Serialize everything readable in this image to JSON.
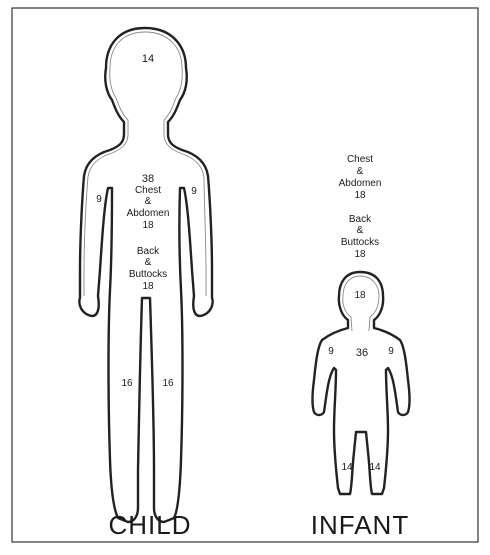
{
  "figure": {
    "child": {
      "caption": "CHILD",
      "head": "14",
      "arm_left": "9",
      "arm_right": "9",
      "torso_front_total": "38",
      "chest_label": "Chest",
      "amp1": "&",
      "abdomen_label": "Abdomen",
      "front_value": "18",
      "back_label": "Back",
      "amp2": "&",
      "buttocks_label": "Buttocks",
      "back_value": "18",
      "leg_left": "16",
      "leg_right": "16"
    },
    "infant": {
      "caption": "INFANT",
      "chest_label": "Chest",
      "amp1": "&",
      "abdomen_label": "Abdomen",
      "front_value": "18",
      "back_label": "Back",
      "amp2": "&",
      "buttocks_label": "Buttocks",
      "back_value": "18",
      "head": "18",
      "arm_left": "9",
      "arm_right": "9",
      "torso_total": "36",
      "leg_left": "14",
      "leg_right": "14"
    }
  }
}
